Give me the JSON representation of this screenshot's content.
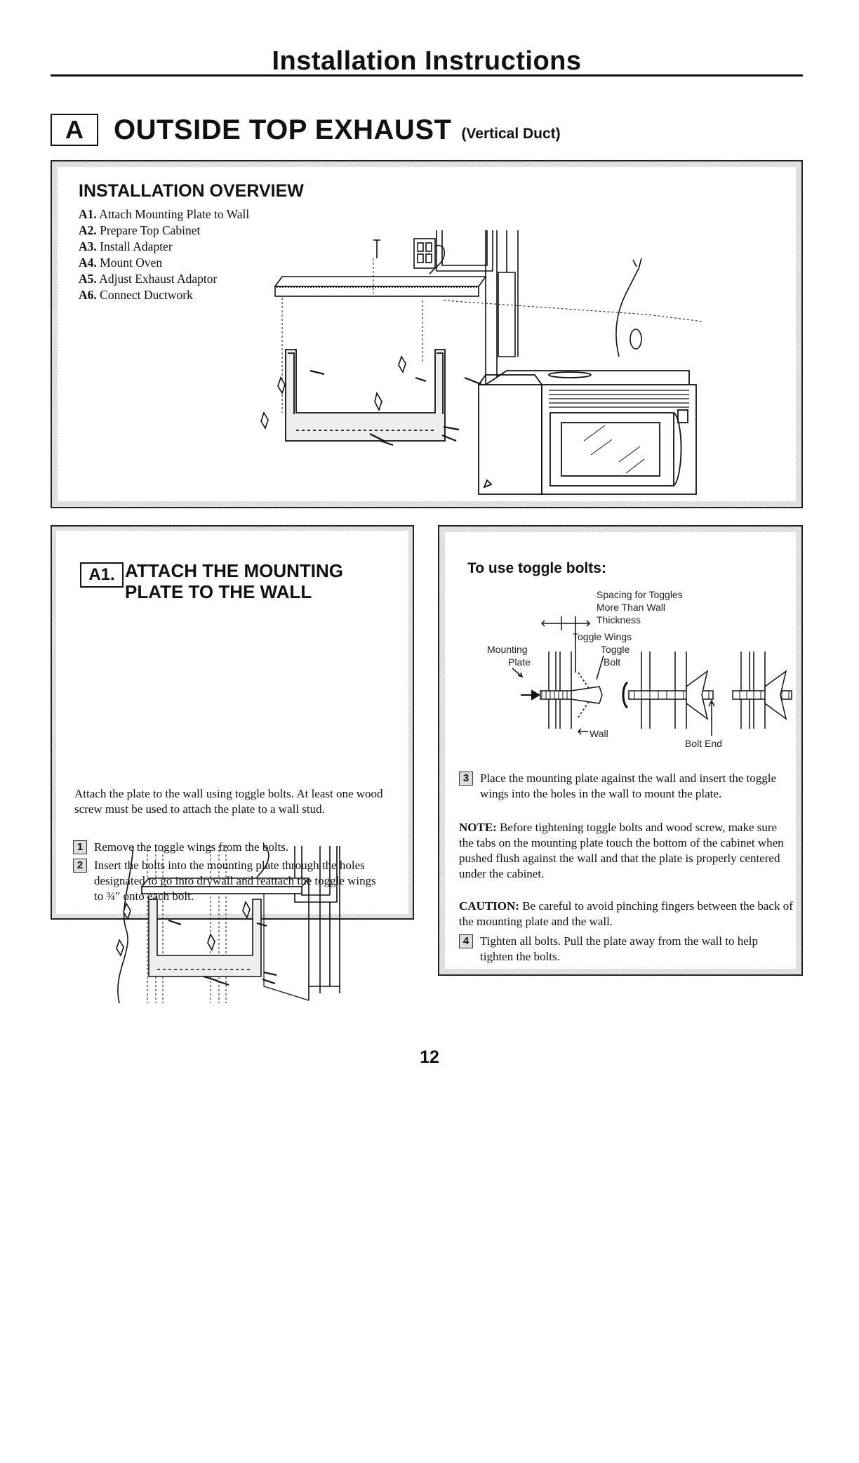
{
  "header": {
    "title": "Installation Instructions"
  },
  "section": {
    "letter": "A",
    "title": "OUTSIDE TOP EXHAUST",
    "subtitle": "(Vertical Duct)"
  },
  "overview": {
    "heading": "INSTALLATION OVERVIEW",
    "steps": [
      {
        "num": "A1.",
        "text": "Attach Mounting Plate to Wall"
      },
      {
        "num": "A2.",
        "text": "Prepare Top Cabinet"
      },
      {
        "num": "A3.",
        "text": "Install Adapter"
      },
      {
        "num": "A4.",
        "text": "Mount Oven"
      },
      {
        "num": "A5.",
        "text": "Adjust Exhaust Adaptor"
      },
      {
        "num": "A6.",
        "text": "Connect Ductwork"
      }
    ]
  },
  "attach": {
    "label": "A1.",
    "heading_line1": "ATTACH THE MOUNTING",
    "heading_line2": "PLATE TO THE WALL",
    "intro": "Attach the plate to the wall using toggle bolts. At least one wood screw must be used to attach the plate to a wall stud.",
    "steps": [
      {
        "num": "1",
        "text": "Remove the toggle wings from the bolts."
      },
      {
        "num": "2",
        "text": "Insert the bolts into the mounting plate through the holes designated to go into drywall and reattach the toggle wings to ¾″ onto each bolt."
      }
    ]
  },
  "toggle": {
    "heading": "To use toggle bolts:",
    "diagram": {
      "spacing_1": "Spacing for Toggles",
      "spacing_2": "More Than Wall",
      "spacing_3": "Thickness",
      "toggle_wings": "Toggle Wings",
      "mounting": "Mounting",
      "plate": "Plate",
      "toggle": "Toggle",
      "bolt": "Bolt",
      "wall": "Wall",
      "bolt_end": "Bolt End"
    },
    "step3": {
      "num": "3",
      "text": "Place the mounting plate against the wall and insert the toggle wings into the holes in the wall to mount the plate."
    },
    "note": {
      "label": "NOTE:",
      "text": "Before tightening toggle bolts and wood screw, make sure the tabs on the mounting plate touch the bottom of the cabinet when pushed flush against the wall and that the plate is properly centered under the cabinet."
    },
    "caution": {
      "label": "CAUTION:",
      "text": "Be careful to avoid pinching fingers between the back of the mounting plate and the wall."
    },
    "step4": {
      "num": "4",
      "text": "Tighten all bolts. Pull the plate away from the wall to help tighten the bolts."
    }
  },
  "footer": {
    "page_number": "12"
  }
}
